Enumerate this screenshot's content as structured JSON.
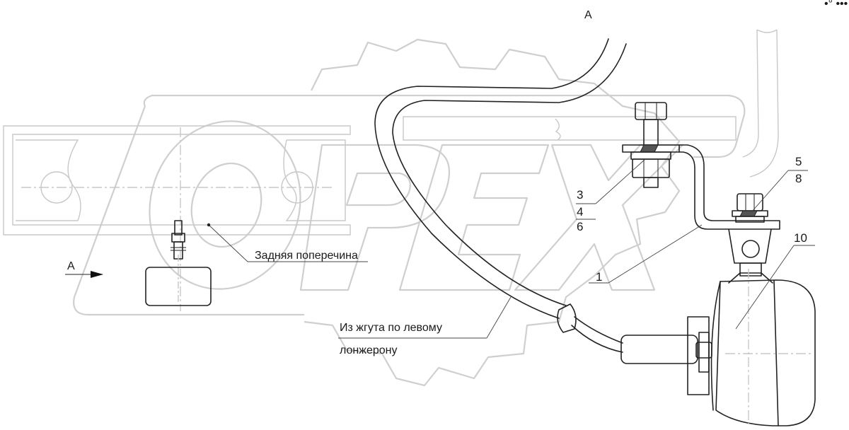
{
  "labels": {
    "view_top": "А",
    "view_left": "А",
    "rear_crossmember": "Задняя поперечина",
    "harness_line1": "Из жгута по левому",
    "harness_line2": "лонжерону",
    "corner_mark": "•° •••"
  },
  "positions": {
    "p3": "3",
    "p4": "4",
    "p6": "6",
    "p5": "5",
    "p8": "8",
    "p1": "1",
    "p10": "10"
  },
  "watermark": {
    "brand_name": "OPEX",
    "color": "#cfcfcf"
  },
  "colors": {
    "line": "#222222",
    "ghost": "#c8c8c8"
  }
}
